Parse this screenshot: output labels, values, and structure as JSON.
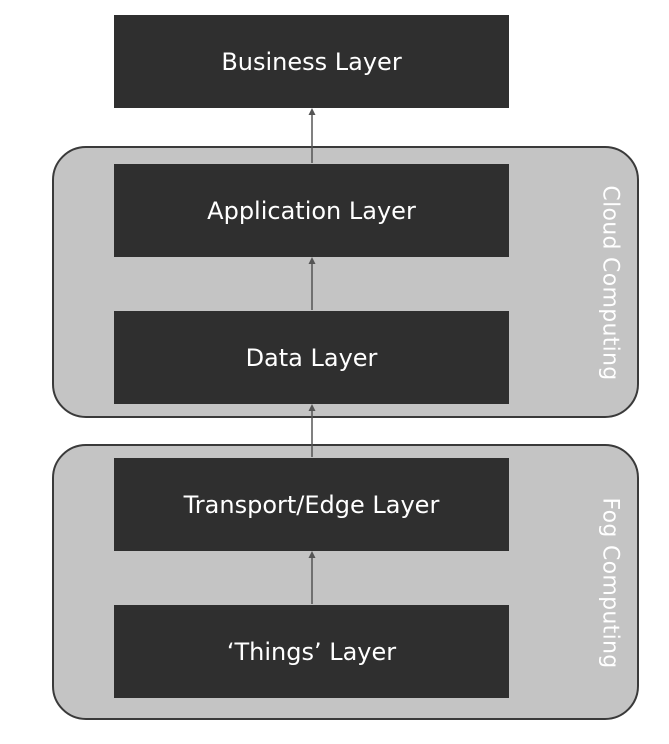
{
  "groups": {
    "cloud": {
      "label": "Cloud Computing",
      "fill": "#c4c4c4"
    },
    "fog": {
      "label": "Fog Computing",
      "fill": "#c4c4c4"
    }
  },
  "layers": {
    "business": "Business Layer",
    "application": "Application Layer",
    "data": "Data Layer",
    "transport": "Transport/Edge Layer",
    "things": "‘Things’ Layer"
  },
  "colors": {
    "layer_fill": "#2f2f2f",
    "layer_text": "#ffffff",
    "arrow": "#555555"
  }
}
